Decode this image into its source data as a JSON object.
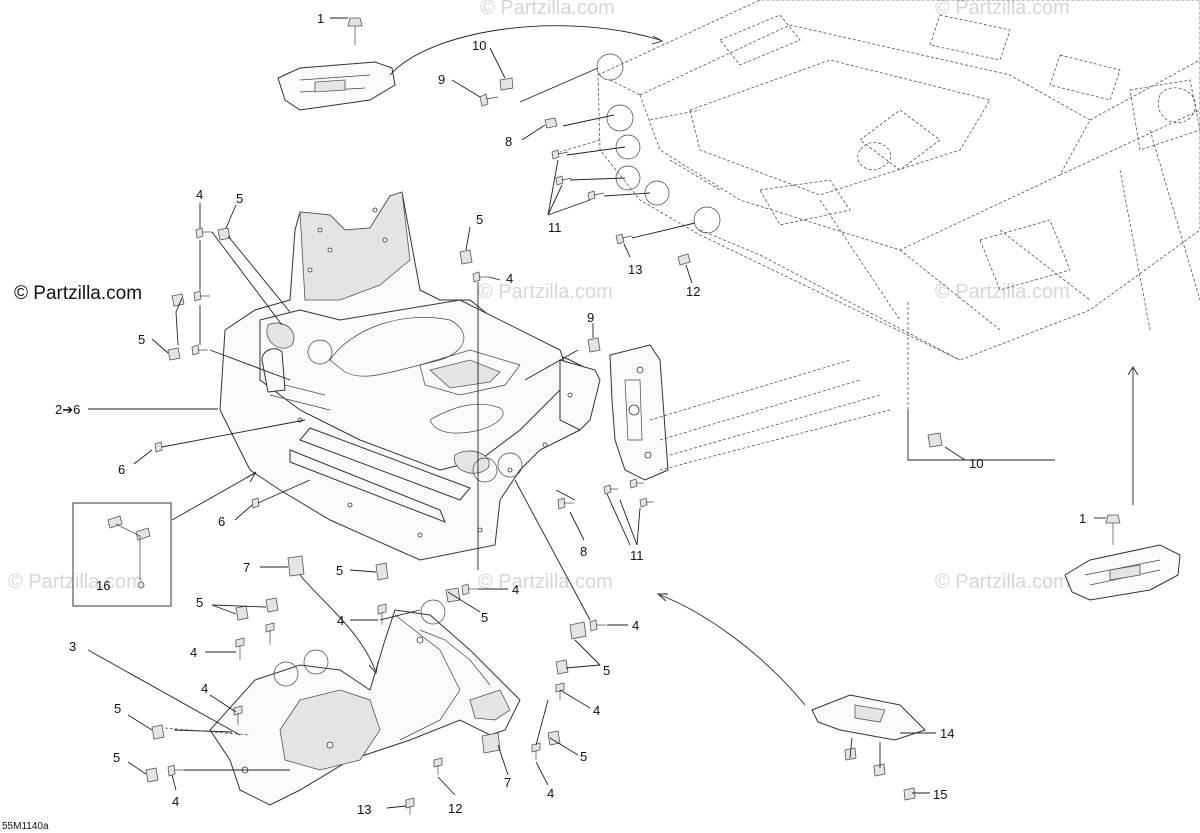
{
  "brand": "© Partzilla.com",
  "watermark": "© Partzilla.com",
  "drawing_code": "55M1140a",
  "callouts": [
    "1",
    "10",
    "9",
    "8",
    "11",
    "13",
    "12",
    "4",
    "5",
    "5",
    "5",
    "4",
    "2➔6",
    "6",
    "6",
    "16",
    "7",
    "5",
    "5",
    "4",
    "4",
    "5",
    "4",
    "3",
    "4",
    "5",
    "5",
    "4",
    "13",
    "12",
    "7",
    "4",
    "5",
    "4",
    "5",
    "4",
    "9",
    "8",
    "11",
    "10",
    "1",
    "14",
    "15"
  ]
}
